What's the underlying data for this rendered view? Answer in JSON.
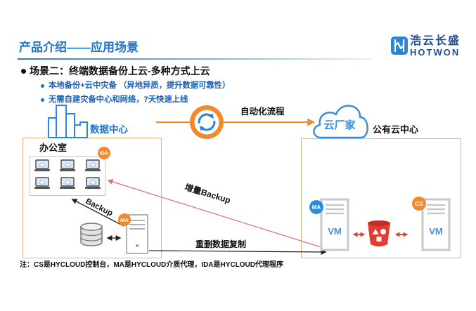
{
  "slide": {
    "title": "产品介绍——应用场景",
    "logo": {
      "name_cn": "浩云长盛",
      "name_en": "HOTWON"
    },
    "scenario": {
      "heading": "场景二：终端数据备份上云-多种方式上云",
      "points": [
        "本地备份+云中灾备 （异地异质，提升数据可靠性）",
        "无需自建灾备中心和网络，7天快速上线"
      ]
    }
  },
  "diagram": {
    "data_center": {
      "label": "数据中心"
    },
    "automation": {
      "label": "自动化流程"
    },
    "cloud_vendor": {
      "label": "云厂家"
    },
    "public_cloud": {
      "label": "公有云中心"
    },
    "office": {
      "label": "办公室",
      "ida_badge": "IDA",
      "ma_badge": "MA",
      "backup_label": "Backup"
    },
    "links": {
      "incremental_backup": "增量Backup",
      "dedupe_replication": "重删数据复制"
    },
    "cloud_center": {
      "ma_badge": "MA",
      "vm_left": "VM",
      "vm_right": "VM",
      "cs_badge": "CS"
    }
  },
  "footnote": "注：CS是HYCLOUD控制台，MA是HYCLOUD介质代理，IDA是HYCLOUD代理程序",
  "colors": {
    "accent_blue": "#1f73c9",
    "orange": "#f08a2c",
    "red": "#e03c31",
    "cloud_blue": "#3a8fd9",
    "logo_navy": "#1d4f91",
    "vm_blue": "#4a90d9",
    "ma_blue": "#2a8de0"
  },
  "icons": {
    "logo": "hotwon-logo-icon",
    "data_center": "building-icon",
    "automation": "sync-icon",
    "cloud": "cloud-icon",
    "endpoints": "computer-icon",
    "storage": "database-icon",
    "media_server": "server-icon",
    "vm": "vm-server-icon",
    "object_storage": "bucket-icon"
  }
}
